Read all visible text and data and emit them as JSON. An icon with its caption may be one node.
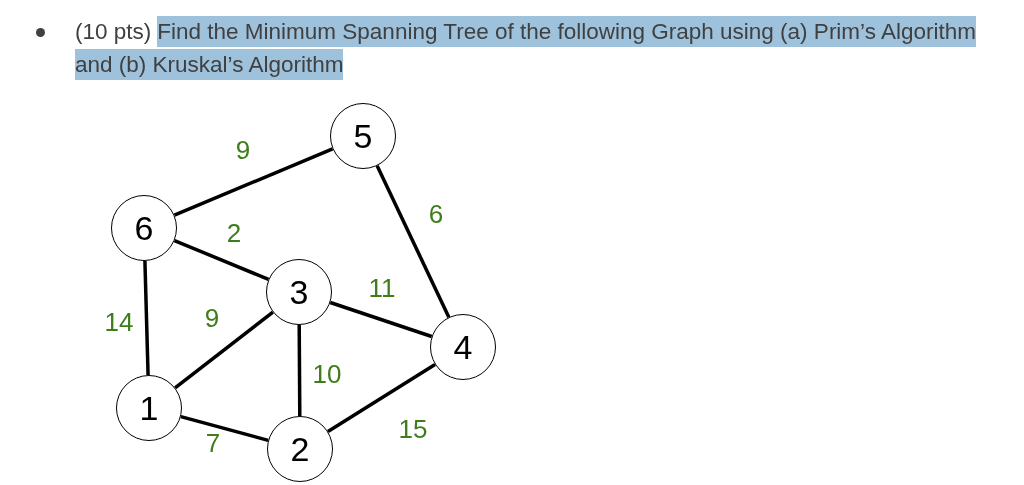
{
  "diagram": {
    "title": "Find the Minimum Spanning Tree of the following Graph using (a) Prim’s Algorithm and (b) Kruskal’s Algorithm",
    "labels": [
      "(10 pts)"
    ],
    "nodes": [
      {
        "text": [
          "5"
        ]
      },
      {
        "text": [
          "6"
        ]
      },
      {
        "text": [
          "3"
        ]
      },
      {
        "text": [
          "4"
        ]
      },
      {
        "text": [
          "1"
        ]
      },
      {
        "text": [
          "2"
        ]
      }
    ],
    "edges": [
      {
        "from": 1,
        "to": 0,
        "arrow": "none",
        "label": "9"
      },
      {
        "from": 0,
        "to": 3,
        "arrow": "none",
        "label": "6"
      },
      {
        "from": 1,
        "to": 2,
        "arrow": "none",
        "label": "2"
      },
      {
        "from": 2,
        "to": 3,
        "arrow": "none",
        "label": "11"
      },
      {
        "from": 1,
        "to": 4,
        "arrow": "none",
        "label": "14"
      },
      {
        "from": 4,
        "to": 2,
        "arrow": "none",
        "label": "9"
      },
      {
        "from": 2,
        "to": 5,
        "arrow": "none",
        "label": "10"
      },
      {
        "from": 4,
        "to": 5,
        "arrow": "none",
        "label": "7"
      },
      {
        "from": 5,
        "to": 3,
        "arrow": "none",
        "label": "15"
      }
    ]
  }
}
